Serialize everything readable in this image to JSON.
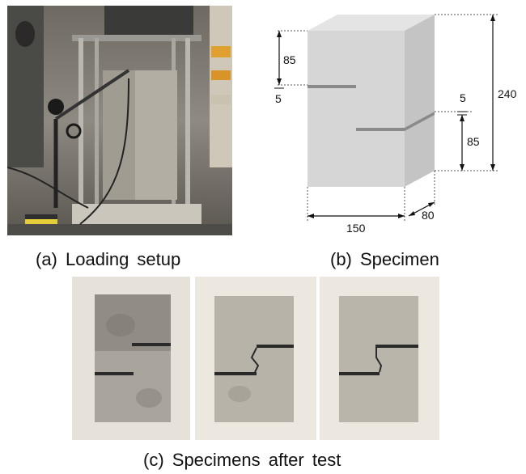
{
  "figure": {
    "caption_a": "(a) Loading setup",
    "caption_b": "(b) Specimen",
    "caption_c": "(c) Specimens after test"
  },
  "specimen_drawing": {
    "dim_top_notch": "85",
    "dim_top_notch_width": "5",
    "dim_height": "240",
    "dim_bottom_notch_width": "5",
    "dim_bottom_notch": "85",
    "dim_width": "150",
    "dim_depth": "80"
  },
  "colors": {
    "block_face": "#d6d6d6",
    "block_side": "#c4c4c4",
    "block_top": "#e4e4e4",
    "notch": "#8a8a8a",
    "photo_background": "#e6e2da",
    "concrete": "#b7b3ab"
  }
}
